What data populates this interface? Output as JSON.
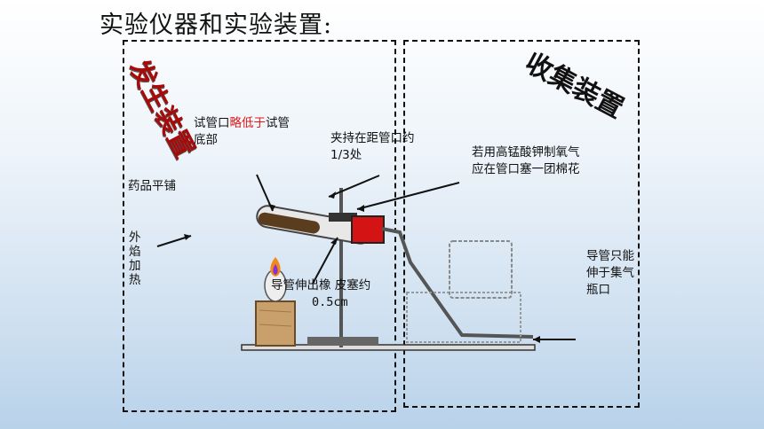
{
  "title": "实验仪器和实验装置:",
  "sections": {
    "generation_label": "发生装置",
    "collection_label": "收集装置"
  },
  "notes": {
    "tube_mouth_part1": "试管口",
    "tube_mouth_red": "略低于",
    "tube_mouth_part2": "试管",
    "tube_mouth_line2": "底部",
    "clamp_line1": "夹持在距管口约",
    "clamp_line2": "1/3处",
    "kmno4_line1": "若用高锰酸钾制氧气",
    "kmno4_line2": "应在管口塞一团棉花",
    "spread_flat": "药品平铺",
    "outer_flame": "外焰加热",
    "tube_extend_line1": "导管伸出橡 皮塞约",
    "tube_extend_line2": "0.5cm",
    "collect_pipe": "导管只能伸于集气瓶口"
  },
  "colors": {
    "highlight": "#e01818",
    "stamp_red": "#a80a0a"
  }
}
